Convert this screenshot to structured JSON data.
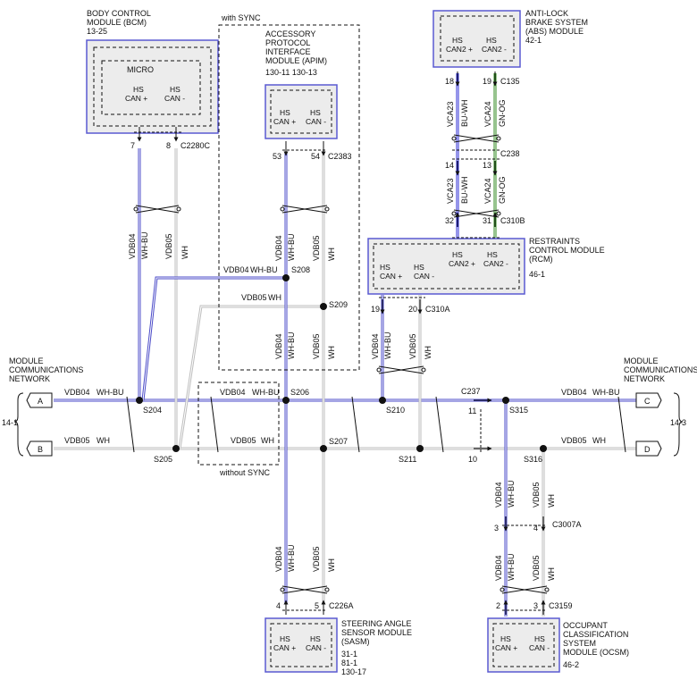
{
  "modules": {
    "bcm": {
      "title1": "BODY CONTROL",
      "title2": "MODULE (BCM)",
      "ref": "13-25",
      "inner_label": "MICRO",
      "hs1": "HS",
      "can_pos": "CAN +",
      "hs2": "HS",
      "can_neg": "CAN -"
    },
    "apim": {
      "note": "with SYNC",
      "title1": "ACCESSORY",
      "title2": "PROTOCOL",
      "title3": "INTERFACE",
      "title4": "MODULE (APIM)",
      "ref": "130-11   130-13",
      "hs1": "HS",
      "can_pos": "CAN +",
      "hs2": "HS",
      "can_neg": "CAN -"
    },
    "abs": {
      "title1": "ANTI-LOCK",
      "title2": "BRAKE SYSTEM",
      "title3": "(ABS) MODULE",
      "ref": "42-1",
      "hs1": "HS",
      "can_pos": "CAN2 +",
      "hs2": "HS",
      "can_neg": "CAN2 -"
    },
    "rcm": {
      "title1": "RESTRAINTS",
      "title2": "CONTROL MODULE",
      "title3": "(RCM)",
      "ref": "46-1",
      "hs1": "HS",
      "can_pos": "CAN +",
      "hs2": "HS",
      "can_neg": "CAN -",
      "hs3": "HS",
      "can2_pos": "CAN2 +",
      "hs4": "HS",
      "can2_neg": "CAN2 -"
    },
    "sasm": {
      "title1": "STEERING ANGLE",
      "title2": "SENSOR MODULE",
      "title3": "(SASM)",
      "ref1": "31-1",
      "ref2": "81-1",
      "ref3": "130-17",
      "hs1": "HS",
      "can_pos": "CAN +",
      "hs2": "HS",
      "can_neg": "CAN -"
    },
    "ocsm": {
      "title1": "OCCUPANT",
      "title2": "CLASSIFICATION",
      "title3": "SYSTEM",
      "title4": "MODULE (OCSM)",
      "ref": "46-2",
      "hs1": "HS",
      "can_pos": "CAN +",
      "hs2": "HS",
      "can_neg": "CAN -"
    }
  },
  "network": {
    "left_title1": "MODULE",
    "left_title2": "COMMUNICATIONS",
    "left_title3": "NETWORK",
    "left_ref": "14-1",
    "right_title1": "MODULE",
    "right_title2": "COMMUNICATIONS",
    "right_title3": "NETWORK",
    "right_ref": "14-3",
    "conn_a": "A",
    "conn_b": "B",
    "conn_c": "C",
    "conn_d": "D",
    "without_sync": "without SYNC"
  },
  "circuits": {
    "vdb04": "VDB04",
    "vdb05": "VDB05",
    "vca23": "VCA23",
    "vca24": "VCA24"
  },
  "colors_text": {
    "wh_bu": "WH-BU",
    "wh": "WH",
    "bu_wh": "BU-WH",
    "gn_og": "GN-OG"
  },
  "connectors": {
    "c2280c": "C2280C",
    "c2383": "C2383",
    "c135": "C135",
    "c238": "C238",
    "c310b": "C310B",
    "c310a": "C310A",
    "c237": "C237",
    "c3007a": "C3007A",
    "c3159": "C3159",
    "c226a": "C226A"
  },
  "pins": {
    "p7": "7",
    "p8": "8",
    "p53": "53",
    "p54": "54",
    "p18": "18",
    "p19a": "19",
    "p14": "14",
    "p13": "13",
    "p32": "32",
    "p31": "31",
    "p19b": "19",
    "p20": "20",
    "p11": "11",
    "p10": "10",
    "p3": "3",
    "p4": "4",
    "p2": "2",
    "p3b": "3",
    "p4b": "4",
    "p5": "5"
  },
  "splices": {
    "s204": "S204",
    "s205": "S205",
    "s206": "S206",
    "s207": "S207",
    "s208": "S208",
    "s209": "S209",
    "s210": "S210",
    "s211": "S211",
    "s315": "S315",
    "s316": "S316"
  },
  "colors": {
    "can_high": "#4b4bc8",
    "vca23": "#2b2bd6",
    "vca24": "#2f8a1e",
    "can_low": "#bdbdbd",
    "module_border": "#5a5ad2"
  }
}
